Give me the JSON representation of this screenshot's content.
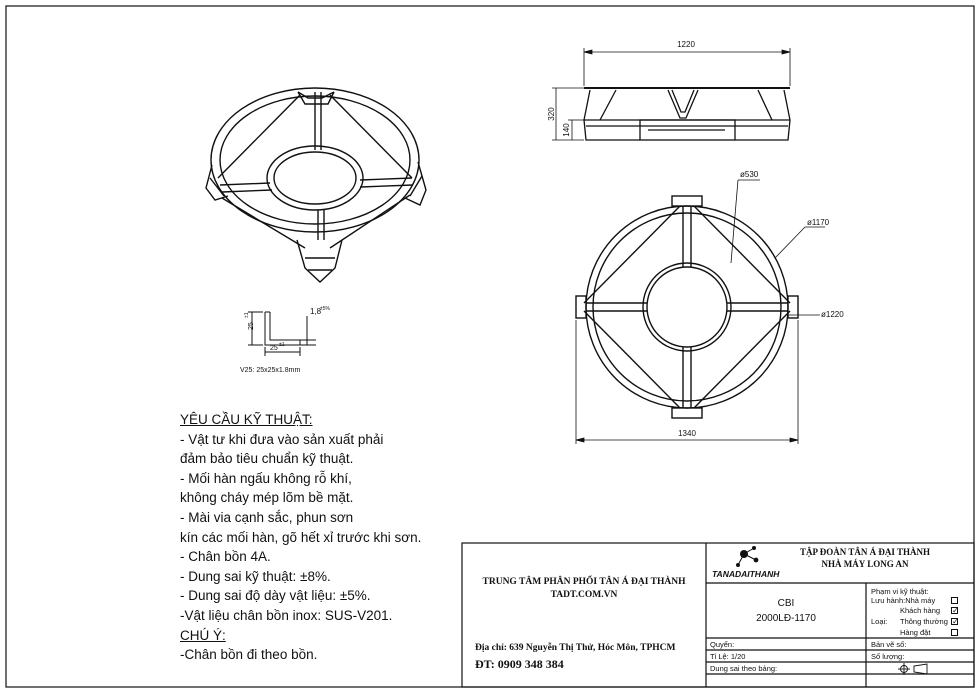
{
  "dimensions": {
    "front_width": "1220",
    "front_height": "320",
    "front_leg": "140",
    "top_inner_dia": "ø530",
    "top_ring_dia": "ø1170",
    "top_outer_dia": "ø1220",
    "top_width": "1340",
    "thickness": "1,8",
    "thickness_tol": "±5%",
    "angle_side": "25",
    "angle_tol": "±1",
    "profile_caption": "V25: 25x25x1.8mm"
  },
  "requirements": {
    "title": "YÊU CẦU KỸ THUẬT:",
    "lines": [
      "- Vật tư khi đưa vào sản xuất phải",
      "đảm bảo tiêu chuẩn kỹ thuật.",
      "- Mối hàn ngấu không rỗ khí,",
      "không cháy mép lõm bề mặt.",
      "- Mài via cạnh sắc, phun sơn",
      "kín các mối hàn, gõ hết xỉ trước khi sơn.",
      "- Chân bồn 4A.",
      "- Dung sai kỹ thuật: ±8%.",
      "- Dung sai độ dày vật liệu: ±5%.",
      "-Vật liệu chân bồn inox: SUS-V201."
    ],
    "note_title": "CHÚ Ý:",
    "note": "-Chân bồn đi theo bồn."
  },
  "title_block": {
    "center_name": "TRUNG TÂM PHÂN PHỐI TÂN Á ĐẠI THÀNH",
    "website": "TADT.COM.VN",
    "address": "Địa chỉ: 639 Nguyễn Thị Thử, Hóc Môn, TPHCM",
    "phone": "ĐT: 0909 348 384",
    "logo_text": "TANADAITHANH",
    "group_name": "TẬP ĐOÀN TÂN Á ĐẠI THÀNH",
    "factory": "NHÀ MÁY LONG AN",
    "part_name": "CBI",
    "part_code": "2000LĐ-1170",
    "scope_label": "Phạm vi kỹ thuật:",
    "circulation": "Lưu hành:Nhà máy",
    "customer": "Khách hàng",
    "type_label": "Loại:",
    "normal": "Thông thường",
    "special": "Hàng đặt",
    "quyen": "Quyển:",
    "scale": "Tỉ Lệ: 1/20",
    "used_with": "Dung sai theo bảng:",
    "drawing_no": "Bản vẽ số:",
    "quantity": "Số lượng:",
    "checks": {
      "nha_may": false,
      "khach_hang": true,
      "thong_thuong": true,
      "hang_dat": false
    }
  }
}
